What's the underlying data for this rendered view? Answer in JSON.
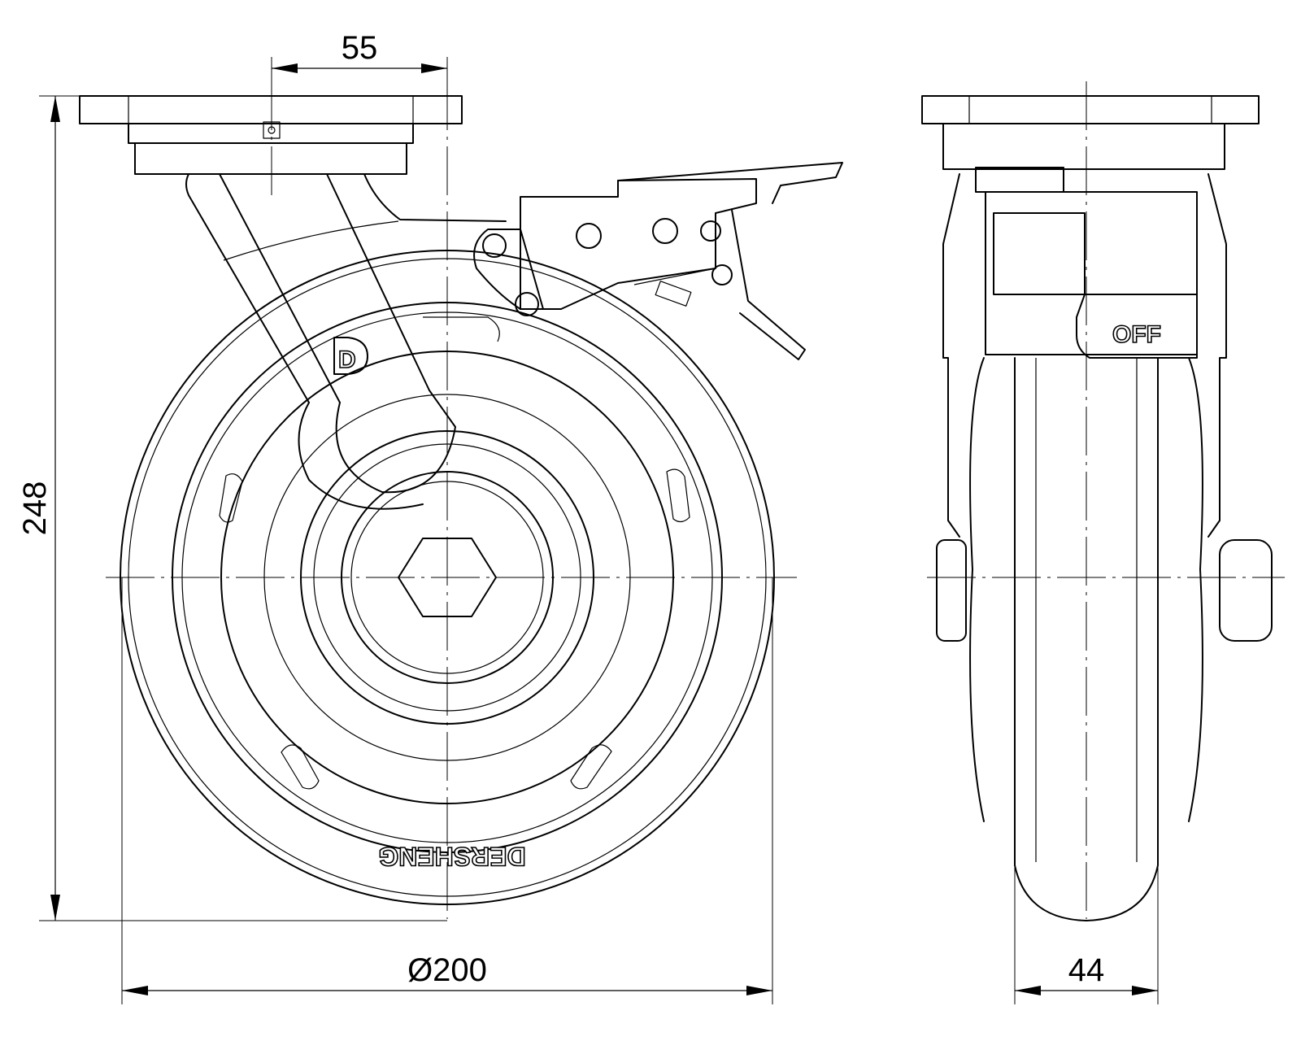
{
  "dimensions": {
    "offset": "55",
    "height": "248",
    "diameter": "Ø200",
    "width": "44"
  },
  "markings": {
    "brand": "DERSHENG",
    "logo": "D",
    "lock_label": "OFF"
  },
  "colors": {
    "line": "#000000",
    "background": "#ffffff"
  }
}
